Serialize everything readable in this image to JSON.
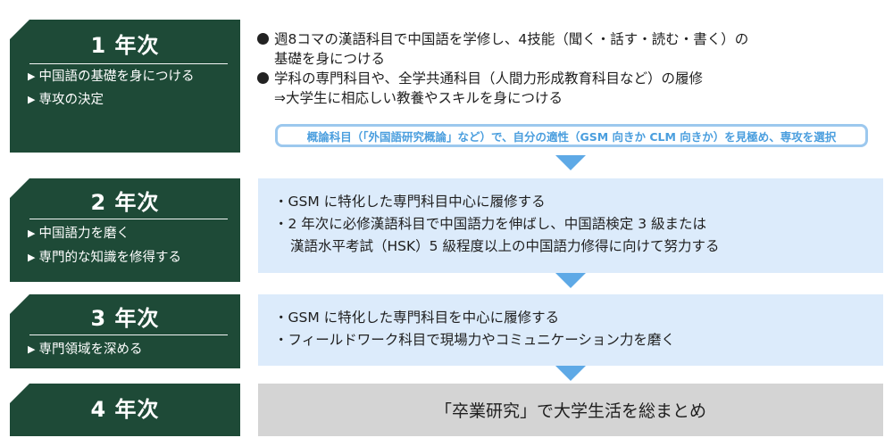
{
  "years": [
    {
      "title": "1 年次",
      "items": [
        "中国語の基礎を身につける",
        "専攻の決定"
      ],
      "bullets": [
        [
          "週8コマの漢語科目で中国語を学修し、4技能（聞く・話す・読む・書く）の",
          "基礎を身につける"
        ],
        [
          "学科の専門科目や、全学共通科目（人間力形成教育科目など）の履修",
          "⇒大学生に相応しい教養やスキルを身につける"
        ]
      ],
      "note": "概論科目（「外国語研究概論」など）で、自分の適性（GSM 向きか CLM 向きか）を見極め、専攻を選択"
    },
    {
      "title": "2 年次",
      "items": [
        "中国語力を磨く",
        "専門的な知識を修得する"
      ],
      "lines": [
        "・GSM に特化した専門科目中心に履修する",
        "・2 年次に必修漢語科目で中国語力を伸ばし、中国語検定 3 級または",
        "漢語水平考試（HSK）5 級程度以上の中国語力修得に向けて努力する"
      ]
    },
    {
      "title": "3 年次",
      "items": [
        "専門領域を深める"
      ],
      "lines": [
        "・GSM に特化した専門科目を中心に履修する",
        "・フィールドワーク科目で現場力やコミュニケーション力を磨く"
      ]
    },
    {
      "title": "4 年次",
      "summary": "「卒業研究」で大学生活を総まとめ"
    }
  ],
  "colors": {
    "card_green": "#1e4a37",
    "panel_blue": "#dcebfb",
    "arrow_blue": "#5ea9e6",
    "note_text": "#4a9ede",
    "summary_gray": "#d4d4d4"
  },
  "icons": {
    "list_marker": "triangle-right-icon",
    "bullet": "filled-circle-icon",
    "step_arrow": "down-arrow-icon"
  }
}
